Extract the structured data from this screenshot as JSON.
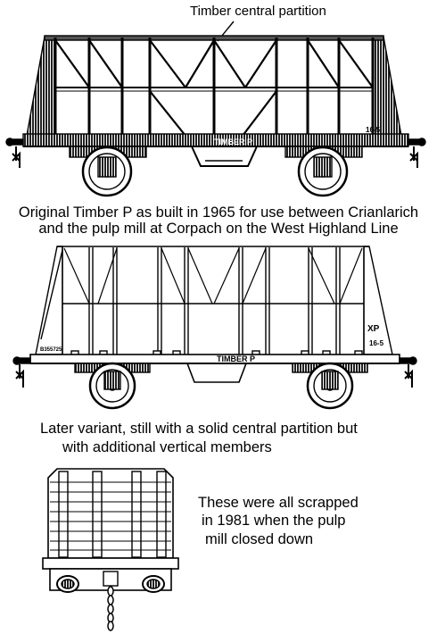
{
  "labels": {
    "top_annotation": "Timber central partition",
    "caption_1_line1": "Original Timber P as built in 1965 for use between  Crianlarich",
    "caption_1_line2": "and the pulp mill at Corpach on the West Highland Line",
    "caption_2_line1": "Later variant, still with a solid central partition but",
    "caption_2_line2": "with additional vertical members",
    "note_line1": "These were all scrapped",
    "note_line2": "in 1981 when the pulp",
    "note_line3": "mill closed down"
  },
  "wagon_1": {
    "body_lettering": "TIMBER P",
    "number_lettering": "16-5"
  },
  "wagon_2": {
    "body_lettering": "TIMBER P",
    "code_lettering": "XP",
    "number_lettering": "16-5",
    "left_number": "B355725"
  },
  "colors": {
    "ink": "#000000",
    "background": "#ffffff",
    "hatch": "#444444"
  }
}
